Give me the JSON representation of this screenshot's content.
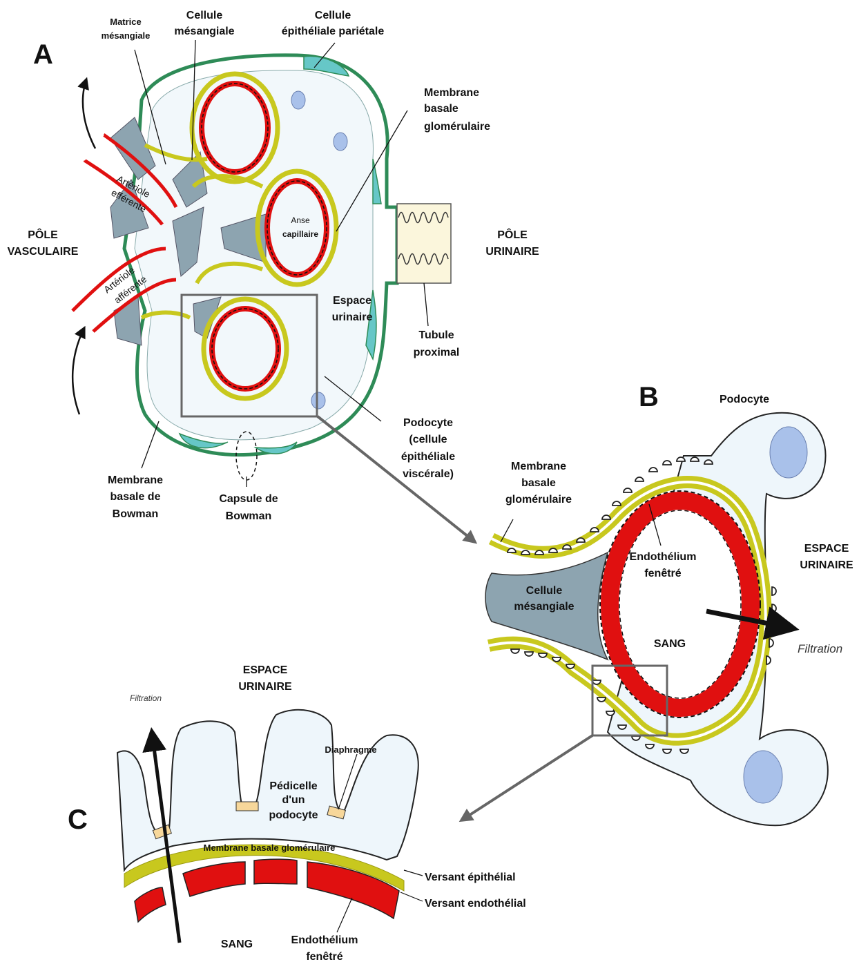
{
  "panels": {
    "a": "A",
    "b": "B",
    "c": "C"
  },
  "panel_a": {
    "matrice": [
      "Matrice",
      "mésangiale"
    ],
    "cellule_mes": [
      "Cellule",
      "mésangiale"
    ],
    "cellule_epi": [
      "Cellule",
      "épithéliale pariétale"
    ],
    "membrane_basale_glom": [
      "Membrane",
      "basale",
      "glomérulaire"
    ],
    "pole_vasculaire": [
      "PÔLE",
      "VASCULAIRE"
    ],
    "pole_urinaire": [
      "PÔLE",
      "URINAIRE"
    ],
    "arteriole_eff": [
      "Artériole",
      "efférente"
    ],
    "arteriole_aff": [
      "Artériole",
      "afférente"
    ],
    "anse": [
      "Anse",
      "capillaire"
    ],
    "espace": [
      "Espace",
      "urinaire"
    ],
    "tubule": [
      "Tubule",
      "proximal"
    ],
    "podocyte": [
      "Podocyte",
      "(cellule",
      "épithéliale",
      "viscérale)"
    ],
    "membrane_bowman": [
      "Membrane",
      "basale de",
      "Bowman"
    ],
    "capsule": [
      "Capsule de",
      "Bowman"
    ]
  },
  "panel_b": {
    "podocyte": "Podocyte",
    "membrane": [
      "Membrane",
      "basale",
      "glomérulaire"
    ],
    "endothelium": [
      "Endothélium",
      "fenêtré"
    ],
    "cellule": [
      "Cellule",
      "mésangiale"
    ],
    "sang": "SANG",
    "espace": [
      "ESPACE",
      "URINAIRE"
    ],
    "filtration": "Filtration"
  },
  "panel_c": {
    "espace": [
      "ESPACE",
      "URINAIRE"
    ],
    "filtration": "Filtration",
    "diaphragme": "Diaphragme",
    "pedicelle": [
      "Pédicelle",
      "d'un",
      "podocyte"
    ],
    "membrane": "Membrane basale glomérulaire",
    "versant_epi": "Versant épithélial",
    "versant_endo": "Versant endothélial",
    "sang": "SANG",
    "endothelium": [
      "Endothélium",
      "fenêtré"
    ]
  },
  "colors": {
    "capsule_green": "#2e8b57",
    "parietal_teal": "#66c7c7",
    "mesangial": "#8da4b0",
    "gbm_yellow": "#c8c81e",
    "blood_red": "#e01010",
    "podo_fill": "#eef6fb",
    "nucleus": "#a9c1ea",
    "tubule": "#fbf6dc"
  }
}
